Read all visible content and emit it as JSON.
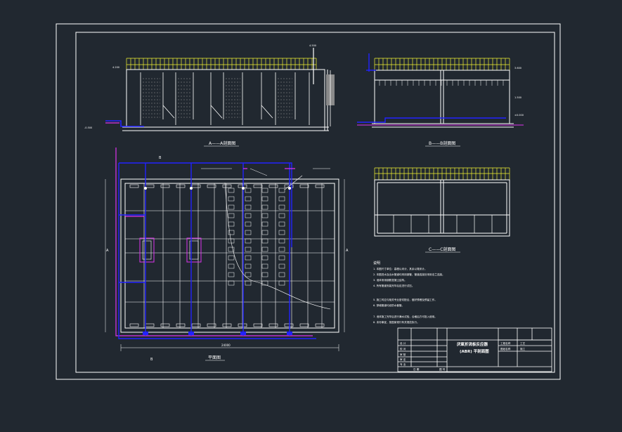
{
  "drawing": {
    "title_main": "厌氧折流板反应器",
    "title_sub": "(ABR) 平剖面图",
    "plan_label": "平面图",
    "section_a_label": "A——A剖面图",
    "section_b_label": "B——B剖面图",
    "section_c_label": "C——C剖面图",
    "notes_title": "说明",
    "notes": [
      "1. 本图尺寸单位：高程以米计，其余以毫米计。",
      "2. 本图进水及出水管道均采用钢管，管道连接处采用法兰连接。",
      "3. 池体采用钢筋混凝土结构。",
      "4. 所有管道安装完毕后应进行试压。",
      "5. 施工时应与相关专业密切配合，做好预埋及预留工作。",
      "6. 穿墙管道均设防水套管。",
      "7. 池体施工完毕后进行满水试验，合格后方可投入使用。",
      "8. 未尽事宜，按国家现行有关规范执行。"
    ],
    "title_block": {
      "rows_left": [
        "设 计",
        "校 对",
        "审 核",
        "审 定",
        "专 业"
      ],
      "rows_right": [
        "工程名称",
        "图纸名称"
      ],
      "values_right": [
        "工艺",
        "施工"
      ],
      "date_label": "日 期",
      "sheet_label": "图 号"
    },
    "elevations": [
      "±0.000",
      "-0.500",
      "1.500",
      "3.600",
      "4.200",
      "4.500"
    ],
    "dimension_total": "24000",
    "colors": {
      "background": "#212830",
      "frame": "#ffffff",
      "structure": "#ffffff",
      "pipe_blue": "#2222ff",
      "pipe_magenta": "#dd33ee",
      "handrail": "#f2f233",
      "fill_gray": "#8a8a8a",
      "annotation_yellow": "#e8e830"
    }
  }
}
